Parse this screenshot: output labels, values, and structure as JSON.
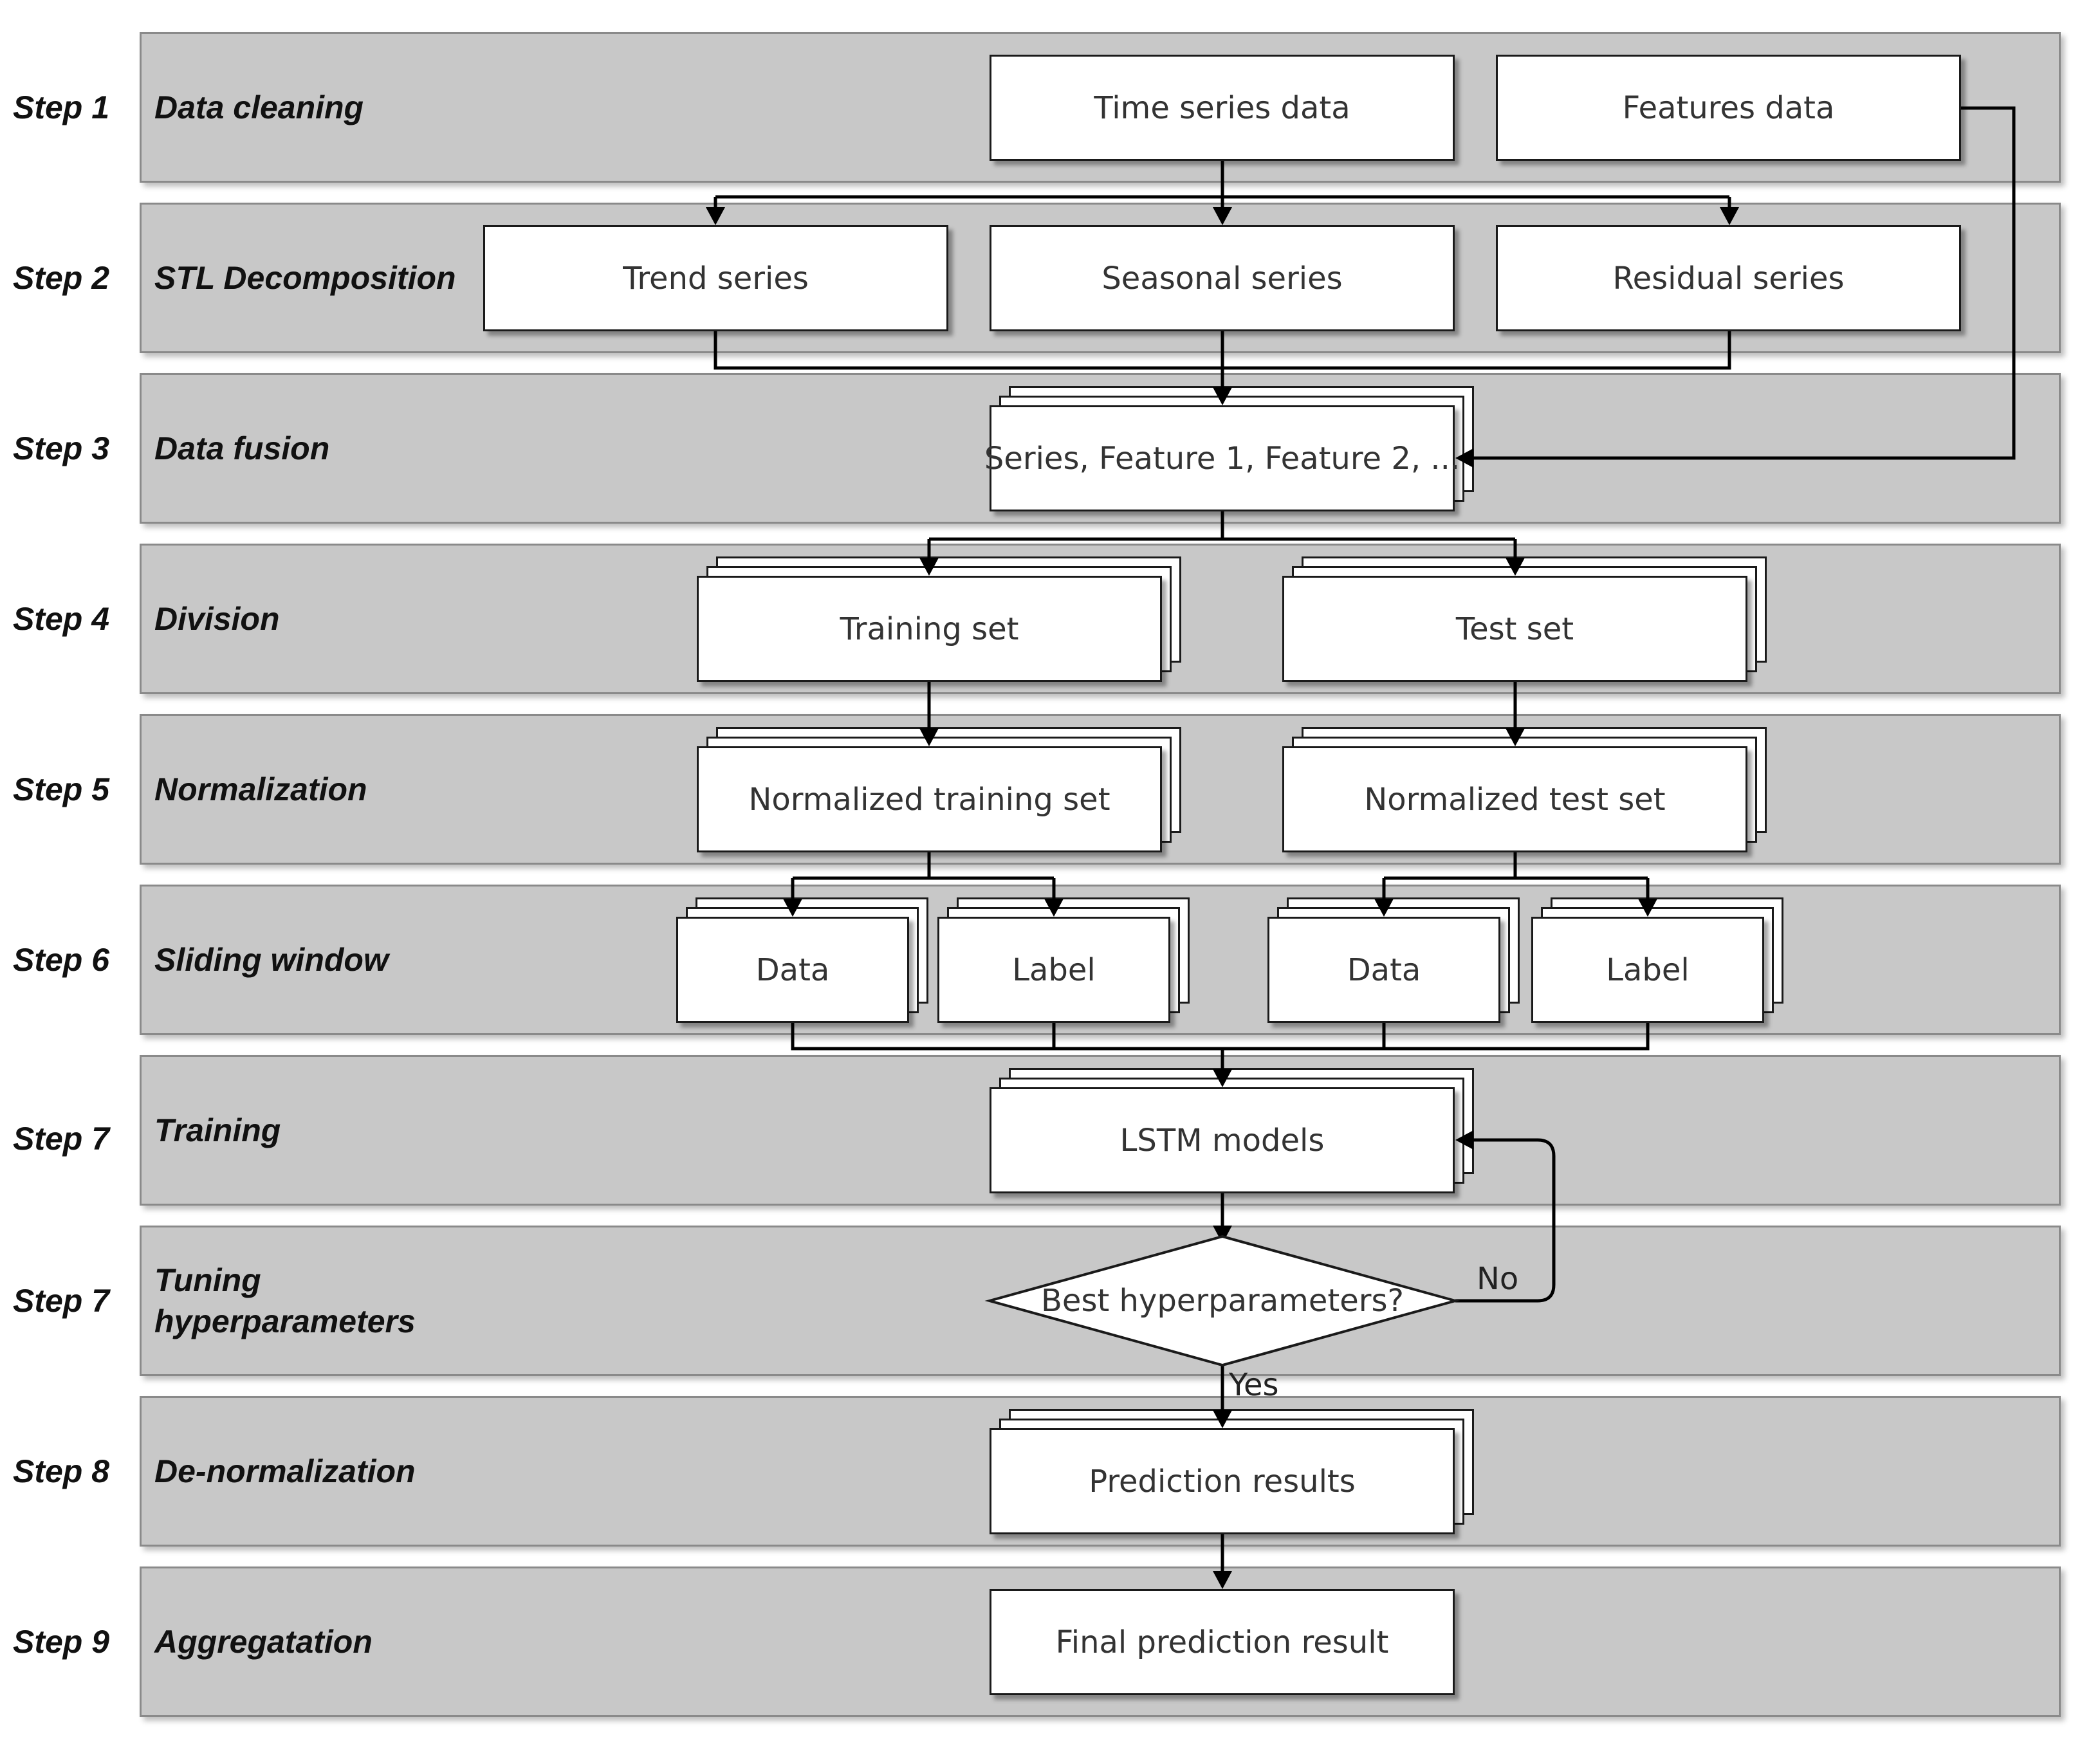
{
  "steps": [
    {
      "step": "Step 1",
      "name": "Data cleaning"
    },
    {
      "step": "Step 2",
      "name": "STL Decomposition"
    },
    {
      "step": "Step 3",
      "name": "Data fusion"
    },
    {
      "step": "Step 4",
      "name": "Division"
    },
    {
      "step": "Step 5",
      "name": "Normalization"
    },
    {
      "step": "Step 6",
      "name": "Sliding window"
    },
    {
      "step": "Step 7",
      "name": "Training"
    },
    {
      "step": "Step 7",
      "name": "Tuning hyperparameters"
    },
    {
      "step": "Step 8",
      "name": "De-normalization"
    },
    {
      "step": "Step 9",
      "name": "Aggregatation"
    }
  ],
  "nodes": {
    "time_series": "Time series data",
    "features": "Features data",
    "trend": "Trend series",
    "seasonal": "Seasonal series",
    "residual": "Residual series",
    "fusion": "Series, Feature 1, Feature 2, ...",
    "training_set": "Training set",
    "test_set": "Test set",
    "norm_training": "Normalized training set",
    "norm_test": "Normalized test set",
    "train_data": "Data",
    "train_label": "Label",
    "test_data": "Data",
    "test_label": "Label",
    "lstm": "LSTM models",
    "decision": "Best hyperparameters?",
    "prediction": "Prediction results",
    "final": "Final prediction result"
  },
  "edge_labels": {
    "no": "No",
    "yes": "Yes"
  }
}
